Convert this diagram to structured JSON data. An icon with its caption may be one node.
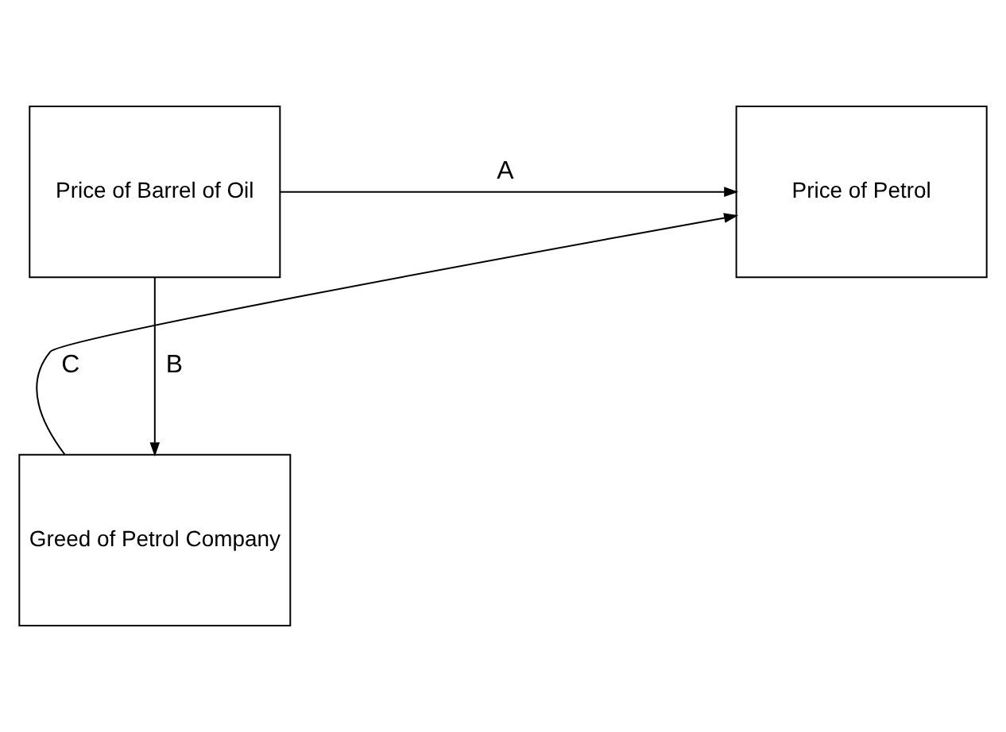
{
  "diagram": {
    "nodes": [
      {
        "text": [
          "Price of Petrol"
        ]
      },
      {
        "text": [
          "Price of Barrel of Oil"
        ]
      },
      {
        "text": [
          "Greed of Petrol Company"
        ]
      }
    ],
    "edges": [
      {
        "from": 1,
        "to": 0,
        "arrow": "to",
        "label": "A"
      },
      {
        "from": 1,
        "to": 2,
        "arrow": "to",
        "label": "B"
      },
      {
        "from": 2,
        "to": 0,
        "arrow": "to",
        "label": "C"
      }
    ]
  }
}
